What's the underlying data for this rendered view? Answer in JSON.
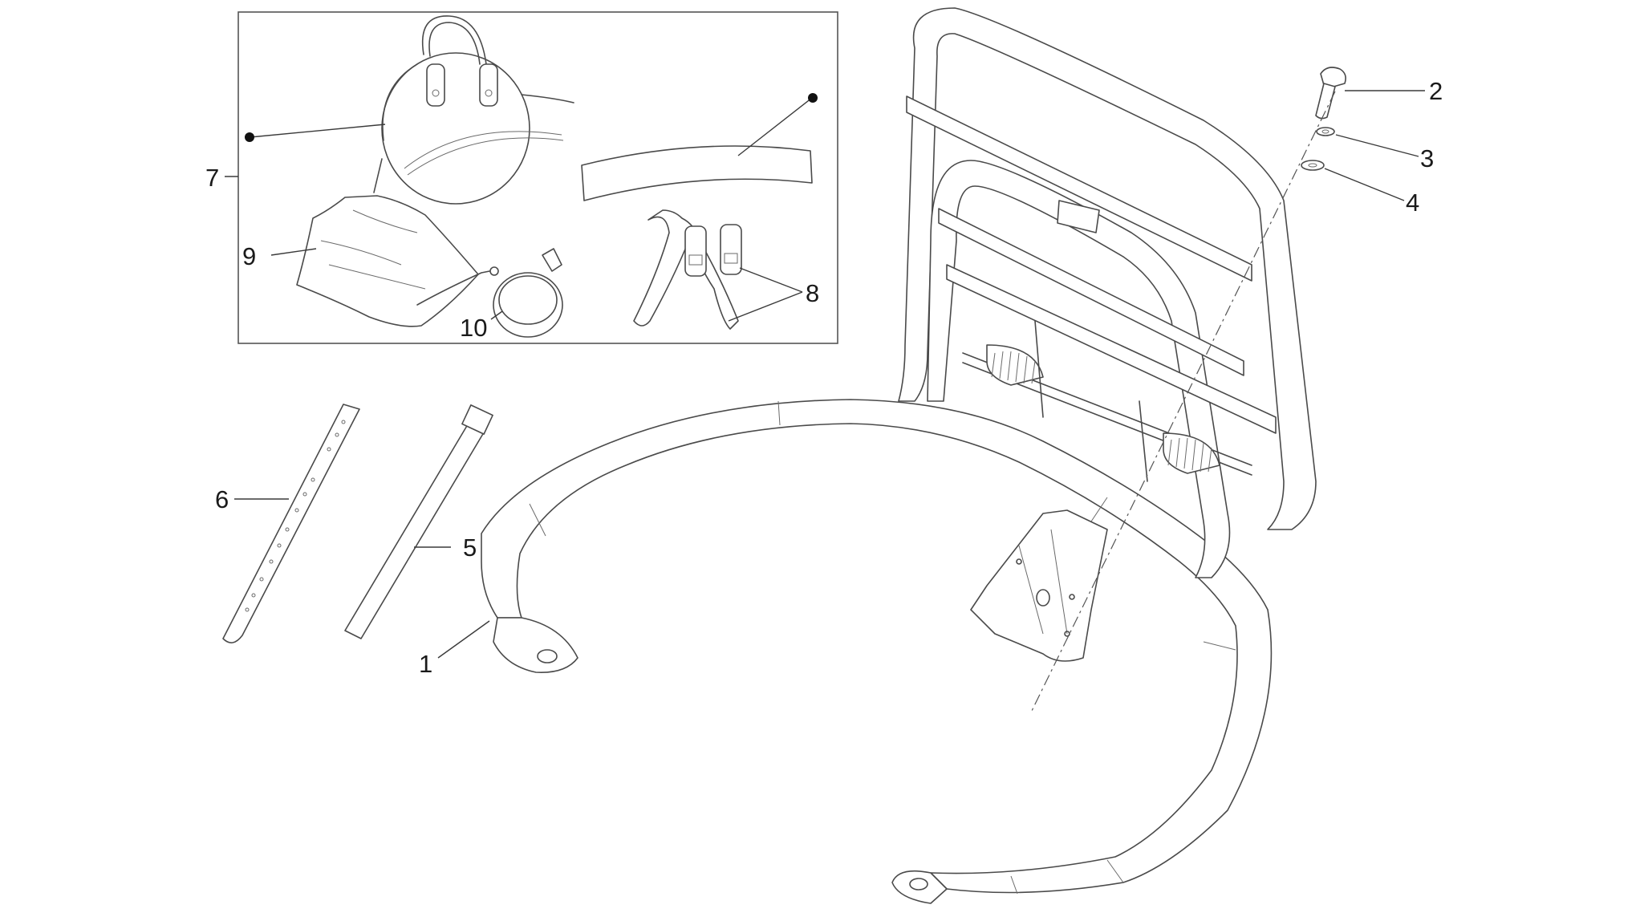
{
  "diagram": {
    "callouts": {
      "c1": "1",
      "c2": "2",
      "c3": "3",
      "c4": "4",
      "c5": "5",
      "c6": "6",
      "c7": "7",
      "c8": "8",
      "c9": "9",
      "c10": "10"
    },
    "colors": {
      "line": "#4a4a4a",
      "text": "#1a1a1a",
      "background": "#ffffff"
    }
  }
}
